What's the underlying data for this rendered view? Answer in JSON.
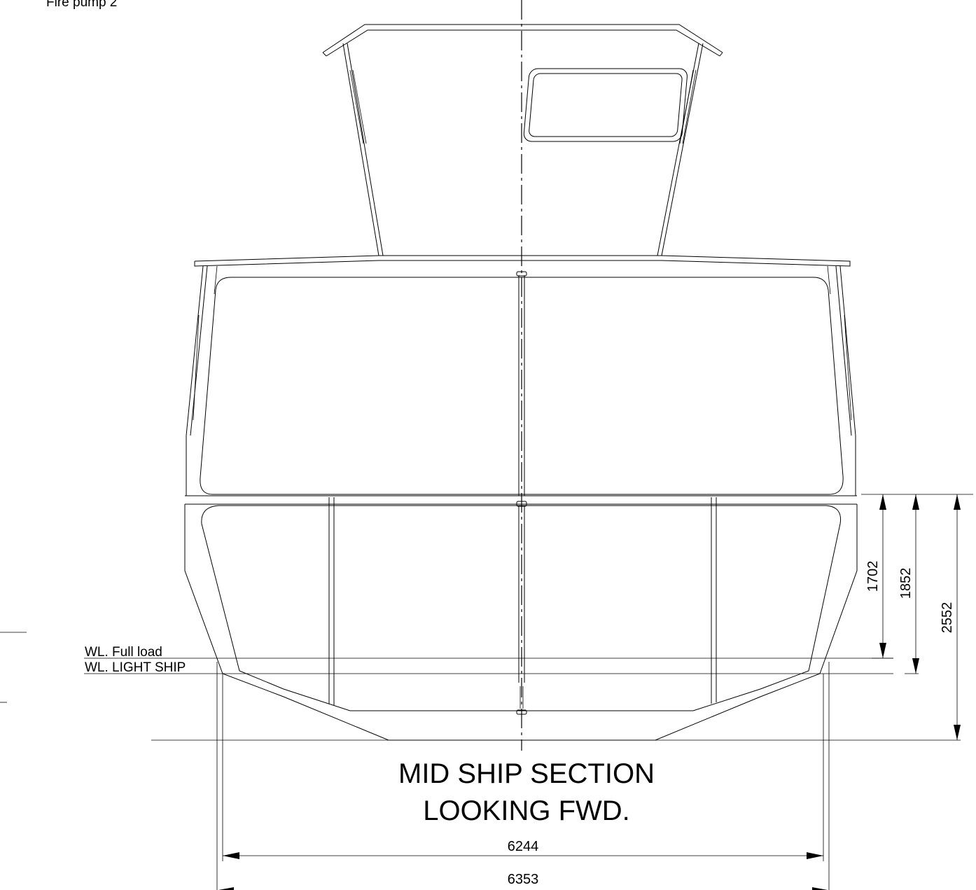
{
  "corner_note": "Fire pump 2",
  "title": {
    "line1": "MID SHIP SECTION",
    "line2": "LOOKING FWD."
  },
  "waterlines": {
    "full_load": "WL. Full load",
    "light_ship": "WL. LIGHT SHIP"
  },
  "dimensions": {
    "vertical": [
      "1702",
      "1852",
      "2552"
    ],
    "horizontal": [
      "6244",
      "6353"
    ]
  }
}
